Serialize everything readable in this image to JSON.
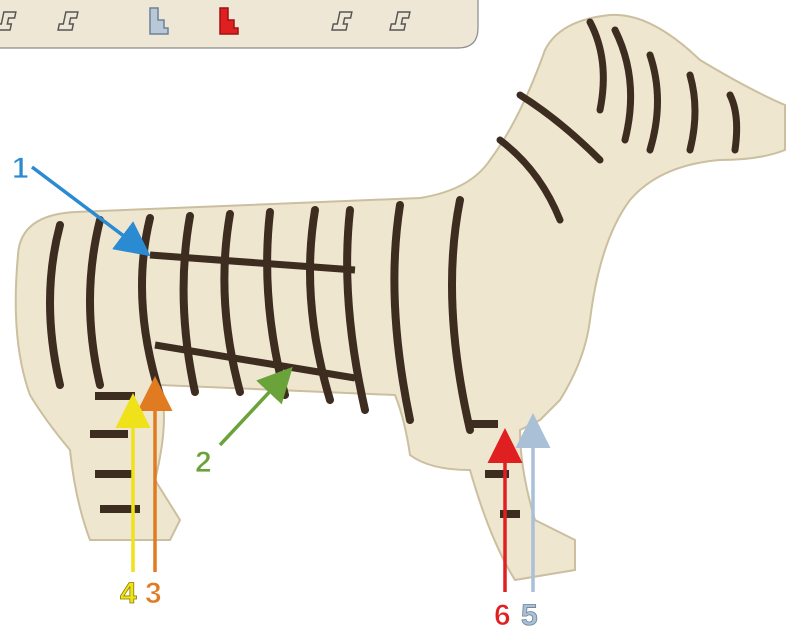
{
  "palette": {
    "part_1": "#2a8ad2",
    "part_2": "#6aa33a",
    "part_3": "#e07b22",
    "part_4": "#f0e21a",
    "part_5": "#a9c0d6",
    "part_6": "#e02020",
    "wood": "#efe6cf",
    "edge": "#3d2c20"
  },
  "callouts": [
    {
      "id": "1",
      "label": "1",
      "color": "#2a8ad2"
    },
    {
      "id": "2",
      "label": "2",
      "color": "#6aa33a"
    },
    {
      "id": "3",
      "label": "3",
      "color": "#e07b22"
    },
    {
      "id": "4",
      "label": "4",
      "color": "#f0e21a"
    },
    {
      "id": "5",
      "label": "5",
      "color": "#a9c0d6"
    },
    {
      "id": "6",
      "label": "6",
      "color": "#e02020"
    }
  ],
  "parts_legend": {
    "icons": [
      "leg-piece-outline-icon",
      "leg-piece-outline-icon",
      "leg-piece-blue-icon",
      "leg-piece-red-icon",
      "leg-piece-outline-icon",
      "leg-piece-outline-icon"
    ]
  }
}
